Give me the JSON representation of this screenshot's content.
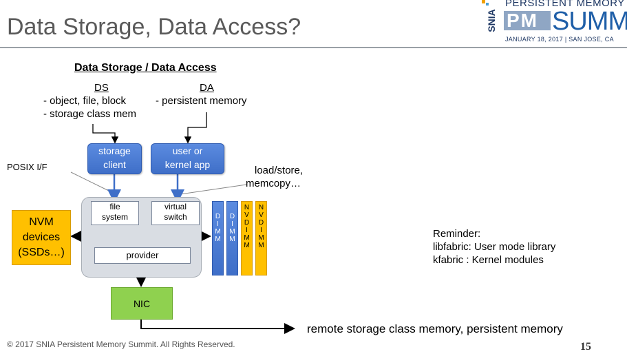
{
  "header": {
    "title": "Data Storage, Data Access?",
    "logo": {
      "line1": "PERSISTENT MEMORY",
      "side": "SNIA",
      "pm": "PM",
      "summit": "SUMMIT",
      "date": "JANUARY 18, 2017  |  SAN JOSE, CA"
    }
  },
  "diagram": {
    "title": "Data Storage / Data Access",
    "ds": {
      "heading": "DS",
      "line1": "- object, file, block",
      "line2": "- storage class mem"
    },
    "da": {
      "heading": "DA",
      "line1": "- persistent memory"
    },
    "storage_client": {
      "line1": "storage",
      "line2": "client"
    },
    "user_app": {
      "line1": "user or",
      "line2": "kernel  app"
    },
    "posix_label": "POSIX I/F",
    "loadstore": {
      "line1": "load/store,",
      "line2": "memcopy…"
    },
    "file_system": {
      "line1": "file",
      "line2": "system"
    },
    "virtual_switch": {
      "line1": "virtual",
      "line2": "switch"
    },
    "provider": "provider",
    "nvm": {
      "line1": "NVM",
      "line2": "devices",
      "line3": "(SSDs…)"
    },
    "nic": "NIC",
    "dimm_letters": [
      "D",
      "I",
      "M",
      "M"
    ],
    "nvdimm_letters": [
      "N",
      "V",
      "D",
      "I",
      "M",
      "M"
    ],
    "remote": "remote storage class memory, persistent memory",
    "reminder": {
      "line1": "Reminder:",
      "line2": "libfabric: User mode library",
      "line3": "kfabric  : Kernel modules"
    }
  },
  "footer": {
    "copyright": "© 2017 SNIA Persistent Memory Summit. All Rights Reserved.",
    "page_number": "15"
  },
  "colors": {
    "title": "#5a5a5a",
    "blue_box": "#4a7bd4",
    "orange": "#ffc000",
    "green": "#8fd14f",
    "gray_container": "#d9dde3"
  }
}
